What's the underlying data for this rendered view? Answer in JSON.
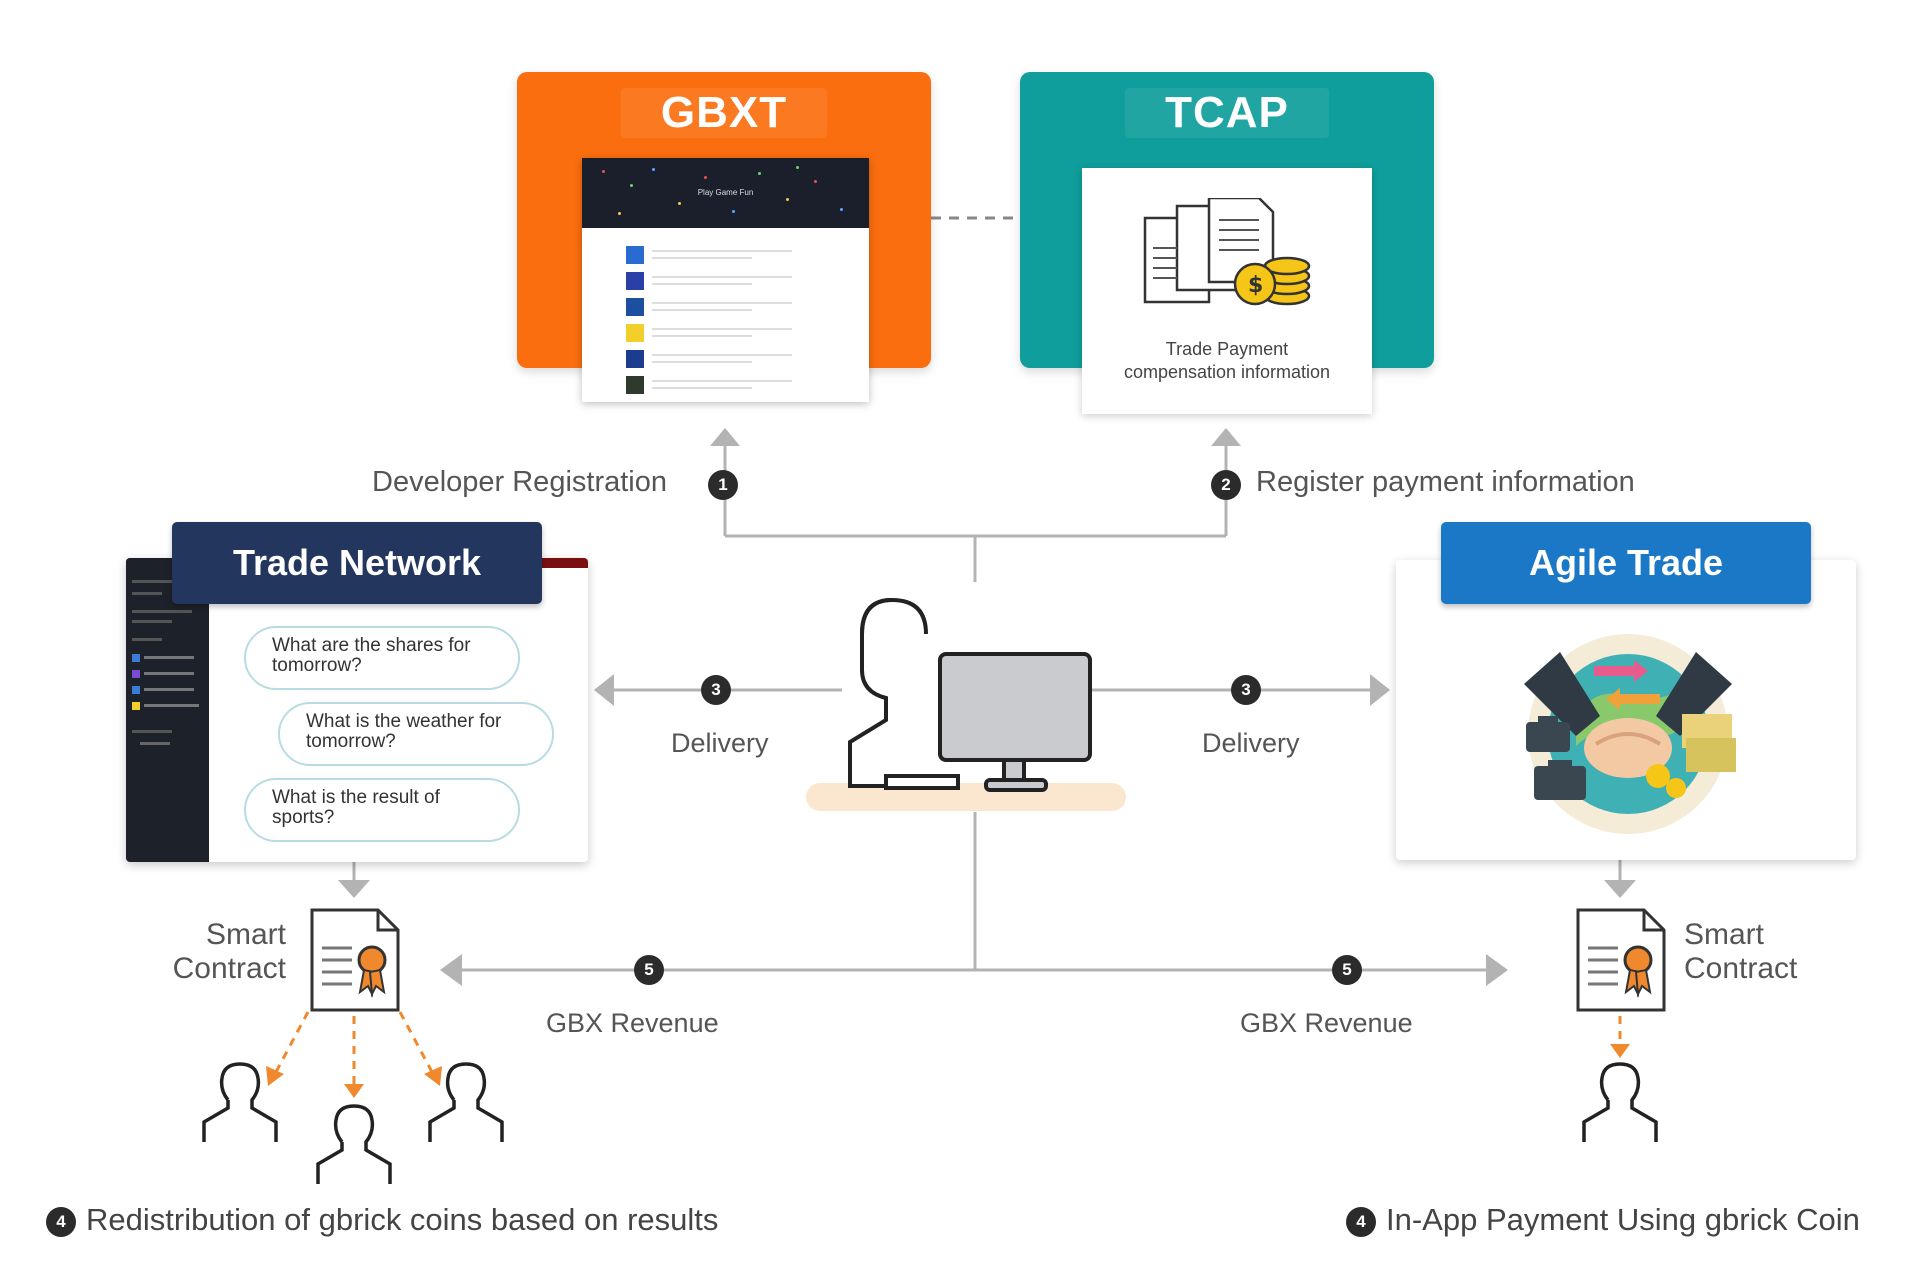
{
  "platforms": {
    "gbxt": {
      "title": "GBXT",
      "screen_banner": "Play Game Fun"
    },
    "tcap": {
      "title": "TCAP",
      "caption_line1": "Trade Payment",
      "caption_line2": "compensation information"
    }
  },
  "steps": {
    "developer_registration": {
      "num": "1",
      "label": "Developer Registration"
    },
    "register_payment": {
      "num": "2",
      "label": "Register payment information"
    },
    "delivery_left": {
      "num": "3",
      "label": "Delivery"
    },
    "delivery_right": {
      "num": "3",
      "label": "Delivery"
    },
    "revenue_left": {
      "num": "5",
      "label": "GBX Revenue"
    },
    "revenue_right": {
      "num": "5",
      "label": "GBX Revenue"
    },
    "redistribution": {
      "num": "4",
      "label": "Redistribution of gbrick coins based on results"
    },
    "in_app_payment": {
      "num": "4",
      "label": "In-App Payment Using gbrick Coin"
    }
  },
  "trade_network": {
    "title": "Trade Network",
    "questions": [
      {
        "line1": "What are the shares for",
        "line2": "tomorrow?"
      },
      {
        "line1": "What is the weather for",
        "line2": "tomorrow?"
      },
      {
        "line1": "What is the result of",
        "line2": "sports?"
      }
    ]
  },
  "agile_trade": {
    "title": "Agile Trade"
  },
  "smart_contract": {
    "line1": "Smart",
    "line2": "Contract"
  },
  "colors": {
    "gbxt_orange": "#fb6e0f",
    "tcap_teal": "#0f9e9c",
    "trade_network_navy": "#23365d",
    "agile_trade_blue": "#1b78c7",
    "connector_gray": "#b3b3b3",
    "payout_orange": "#f0892e"
  },
  "icons": [
    "documents-icon",
    "coin-stack-icon",
    "user-at-computer-icon",
    "contract-icon",
    "person-icon",
    "handshake-icon",
    "arrow-icon"
  ]
}
